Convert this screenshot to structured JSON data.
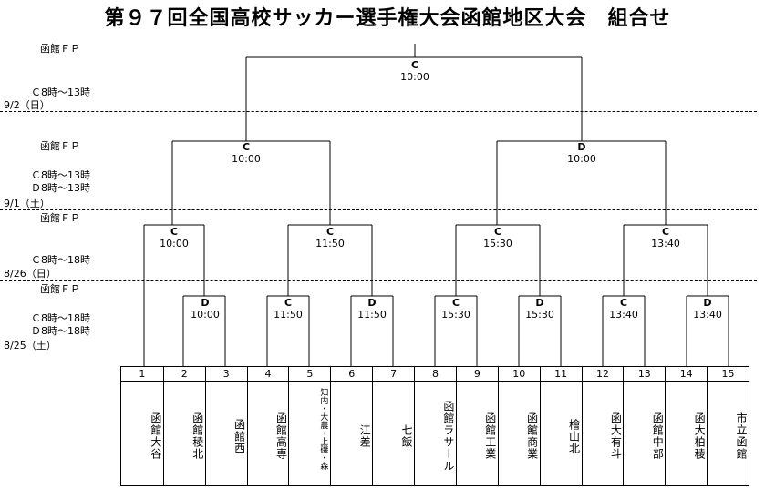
{
  "title": "第９７回全国高校サッカー選手権大会函館地区大会　組合せ",
  "rounds": [
    {
      "venue": "函館ＦＰ",
      "times": [
        "Ｃ8時～13時"
      ],
      "date": "9/2（日）"
    },
    {
      "venue": "函館ＦＰ",
      "times": [
        "Ｃ8時～13時",
        "Ｄ8時～13時"
      ],
      "date": "9/1（土）"
    },
    {
      "venue": "函館ＦＰ",
      "times": [
        "Ｃ8時～18時"
      ],
      "date": "8/26（日）"
    },
    {
      "venue": "函館ＦＰ",
      "times": [
        "Ｃ8時～18時",
        "Ｄ8時～18時"
      ],
      "date": "8/25（土）"
    }
  ],
  "matches": {
    "final": {
      "court": "C",
      "time": "10:00"
    },
    "semis": [
      {
        "court": "C",
        "time": "10:00"
      },
      {
        "court": "D",
        "time": "10:00"
      }
    ],
    "quarters": [
      {
        "court": "C",
        "time": "10:00"
      },
      {
        "court": "C",
        "time": "11:50"
      },
      {
        "court": "C",
        "time": "15:30"
      },
      {
        "court": "C",
        "time": "13:40"
      }
    ],
    "first": [
      {
        "court": "D",
        "time": "10:00"
      },
      {
        "court": "C",
        "time": "11:50"
      },
      {
        "court": "D",
        "time": "11:50"
      },
      {
        "court": "C",
        "time": "15:30"
      },
      {
        "court": "D",
        "time": "15:30"
      },
      {
        "court": "C",
        "time": "13:40"
      },
      {
        "court": "D",
        "time": "13:40"
      }
    ]
  },
  "teams": [
    {
      "no": "1",
      "name": "函館大谷"
    },
    {
      "no": "2",
      "name": "函館稜北"
    },
    {
      "no": "3",
      "name": "函館西"
    },
    {
      "no": "4",
      "name": "函館高専"
    },
    {
      "no": "5",
      "name": "知内・大農・上磯・森"
    },
    {
      "no": "6",
      "name": "江差"
    },
    {
      "no": "7",
      "name": "七飯"
    },
    {
      "no": "8",
      "name": "函館ラサール"
    },
    {
      "no": "9",
      "name": "函館工業"
    },
    {
      "no": "10",
      "name": "函館商業"
    },
    {
      "no": "11",
      "name": "檜山北"
    },
    {
      "no": "12",
      "name": "函大有斗"
    },
    {
      "no": "13",
      "name": "函館中部"
    },
    {
      "no": "14",
      "name": "函大柏稜"
    },
    {
      "no": "15",
      "name": "市立函館"
    }
  ]
}
